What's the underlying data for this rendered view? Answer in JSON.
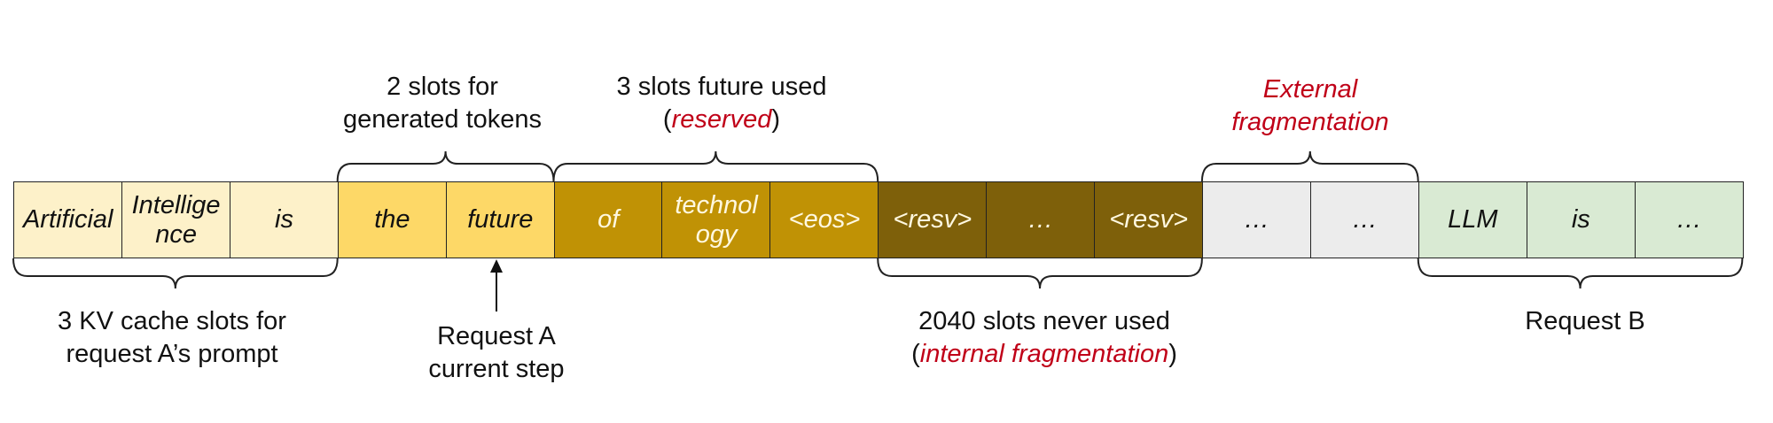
{
  "cells": [
    {
      "text": "Artificial",
      "color": "#fdf1c9",
      "text_color": "#111111"
    },
    {
      "text": "Intellige nce",
      "color": "#fdf1c9",
      "text_color": "#111111"
    },
    {
      "text": "is",
      "color": "#fdf1c9",
      "text_color": "#111111"
    },
    {
      "text": "the",
      "color": "#fdd867",
      "text_color": "#111111"
    },
    {
      "text": "future",
      "color": "#fdd867",
      "text_color": "#111111"
    },
    {
      "text": "of",
      "color": "#c09205",
      "text_color": "#fff8e0"
    },
    {
      "text": "technol ogy",
      "color": "#c09205",
      "text_color": "#fff8e0"
    },
    {
      "text": "<eos>",
      "color": "#c09205",
      "text_color": "#fff8e0"
    },
    {
      "text": "<resv>",
      "color": "#7e600a",
      "text_color": "#fff8e0"
    },
    {
      "text": "…",
      "color": "#7e600a",
      "text_color": "#fff8e0"
    },
    {
      "text": "<resv>",
      "color": "#7e600a",
      "text_color": "#fff8e0"
    },
    {
      "text": "…",
      "color": "#ececec",
      "text_color": "#111111"
    },
    {
      "text": "…",
      "color": "#ececec",
      "text_color": "#111111"
    },
    {
      "text": "LLM",
      "color": "#d9ead3",
      "text_color": "#111111"
    },
    {
      "text": "is",
      "color": "#d9ead3",
      "text_color": "#111111"
    },
    {
      "text": "…",
      "color": "#d9ead3",
      "text_color": "#111111"
    }
  ],
  "labels": {
    "generated_1": "2 slots for",
    "generated_2": "generated tokens",
    "reserved_1": "3 slots future used",
    "reserved_open": "(",
    "reserved_red": "reserved",
    "reserved_close": ")",
    "external_1": "External",
    "external_2": "fragmentation",
    "prompt_1": "3 KV cache slots for",
    "prompt_2": "request A’s prompt",
    "step_1": "Request A",
    "step_2": "current step",
    "internal_1": "2040 slots never used",
    "internal_open": "(",
    "internal_red": "internal fragmentation",
    "internal_close": ")",
    "request_b": "Request B"
  },
  "colors": {
    "accent_red": "#c00018"
  }
}
